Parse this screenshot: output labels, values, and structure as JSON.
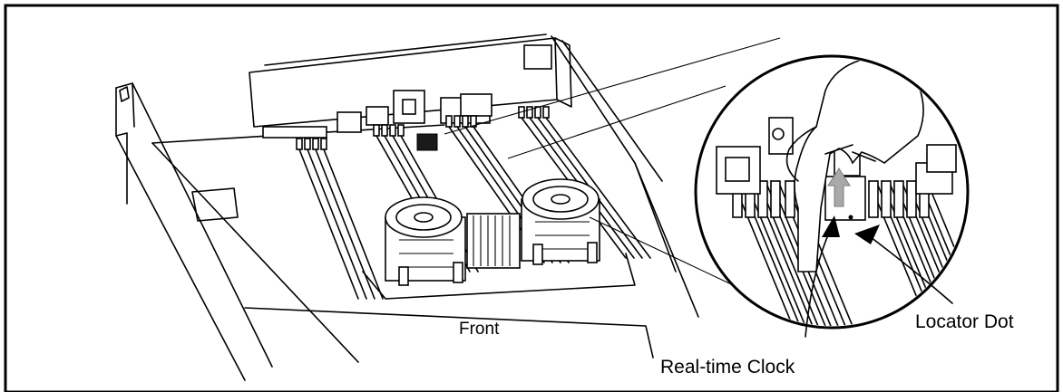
{
  "labels": {
    "front": "Front",
    "locator_dot": "Locator Dot",
    "real_time_clock": "Real-time Clock"
  },
  "colors": {
    "line": "#000000",
    "background": "#ffffff",
    "arrow_fill": "#a9a9a9"
  }
}
